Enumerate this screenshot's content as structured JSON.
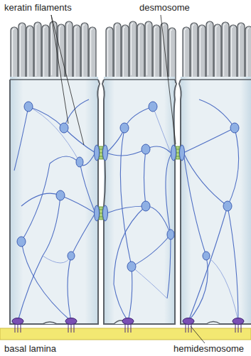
{
  "diagram": {
    "labels": [
      "keratin filaments",
      "desmosome",
      "basal lamina",
      "hemidesmosome"
    ]
  }
}
